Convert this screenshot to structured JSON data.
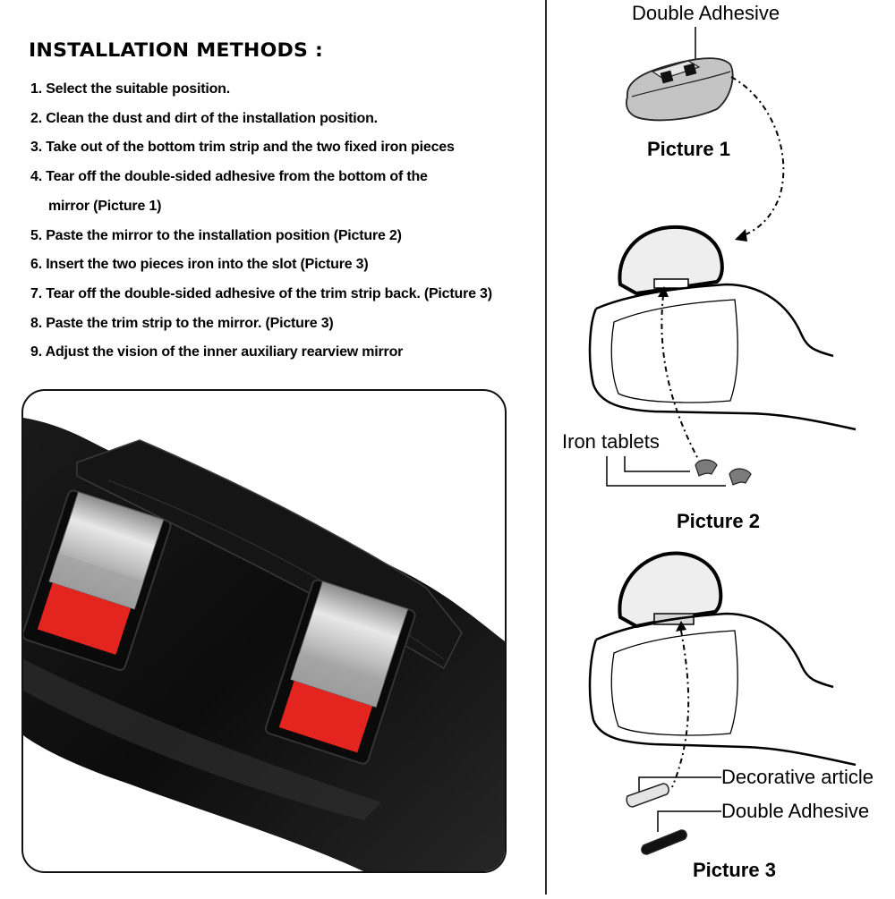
{
  "left_panel": {
    "title": "INSTALLATION METHODS :",
    "steps": [
      "1. Select the suitable position.",
      "2. Clean the dust and dirt of the installation position.",
      "3. Take out of the bottom trim strip and the two fixed iron pieces",
      "4. Tear off the double-sided adhesive from the bottom of the",
      "mirror (Picture 1)",
      "5. Paste the mirror to the installation position (Picture 2)",
      "6. Insert the two pieces iron into the slot (Picture 3)",
      "7. Tear off the double-sided adhesive of the trim strip back. (Picture 3)",
      "8. Paste the trim strip to the mirror. (Picture 3)",
      "9. Adjust the vision of the inner auxiliary rearview mirror"
    ],
    "photo": {
      "subject": "black mirror base with two metal clips over red adhesive pads",
      "colors": {
        "plastic": "#111111",
        "adhesive": "#e3241f",
        "metal": "#c9c9c9"
      }
    }
  },
  "right_panel": {
    "picture1": {
      "callout": "Double Adhesive",
      "caption": "Picture 1"
    },
    "picture2": {
      "callout": "Iron tablets",
      "caption": "Picture 2"
    },
    "picture3": {
      "callouts": [
        "Decorative article",
        "Double Adhesive"
      ],
      "caption": "Picture 3"
    }
  }
}
